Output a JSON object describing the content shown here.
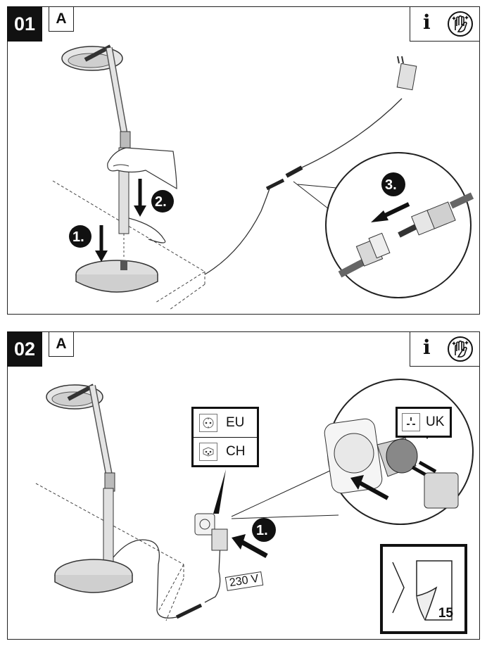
{
  "step1": {
    "number": "01",
    "variant": "A",
    "info_letter": "i",
    "callouts": [
      "1.",
      "2.",
      "3."
    ]
  },
  "step2": {
    "number": "02",
    "variant": "A",
    "info_letter": "i",
    "callout": "1.",
    "plug_types": [
      {
        "label": "EU"
      },
      {
        "label": "CH"
      }
    ],
    "uk_label": "UK",
    "voltage": "230 V",
    "page_ref": "15"
  },
  "icons": [
    "hand-wash-icon",
    "arrow-icon",
    "socket-icon",
    "page-reference-icon"
  ]
}
